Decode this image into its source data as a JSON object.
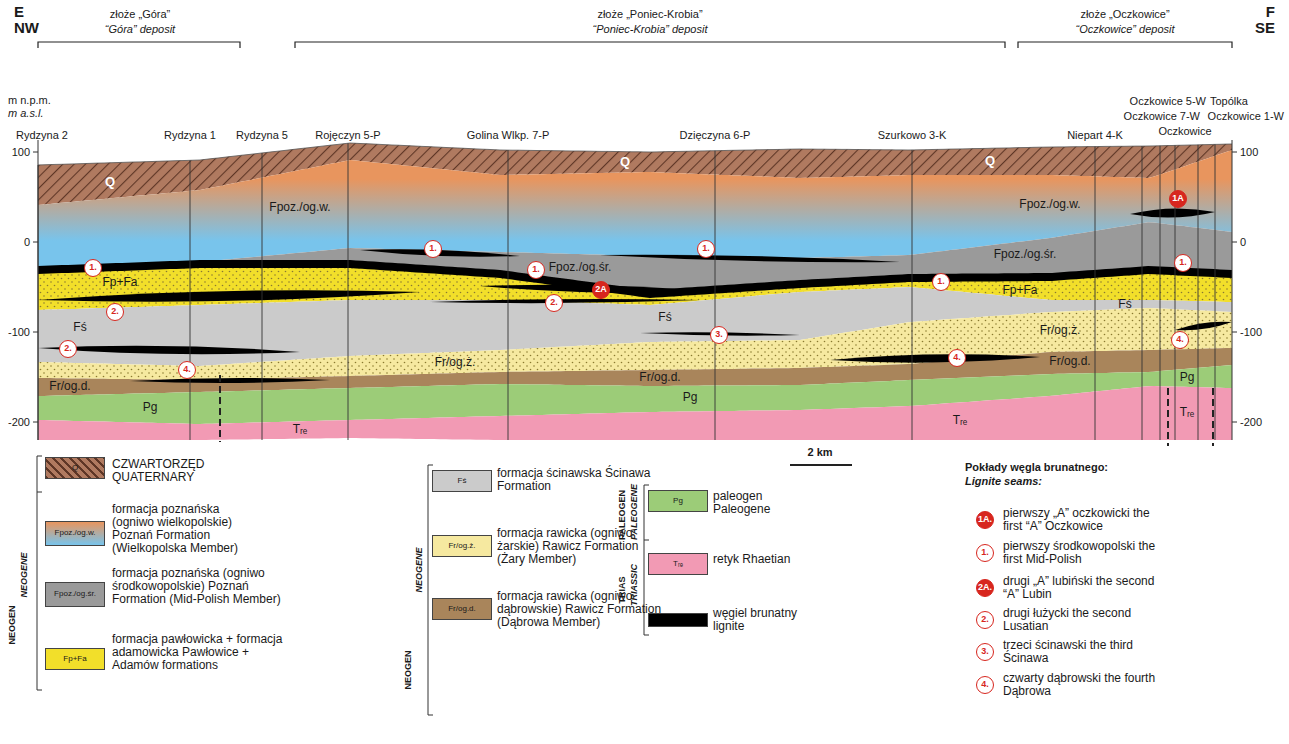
{
  "diagram": {
    "labels": [
      "E",
      "NW",
      "F",
      "SE",
      "złoże „Góra”",
      "“Góra” deposit",
      "złoże „Poniec-Krobia”",
      "“Poniec-Krobia” deposit",
      "złoże „Oczkowice”",
      "“Oczkowice” deposit",
      "m n.p.m.",
      "m a.s.l.",
      "100",
      "0",
      "-100",
      "-200",
      "100",
      "0",
      "-100",
      "-200",
      "Rydzyna 2",
      "Rydzyna 1",
      "Rydzyna 5",
      "Rojęczyn 5-P",
      "Golina Wlkp. 7-P",
      "Dzięczyna 6-P",
      "Szurkowo 3-K",
      "Niepart 4-K",
      "Oczkowice 7-W",
      "Oczkowice 5-W",
      "Topólka",
      "Oczkowice",
      "Oczkowice 1-W",
      "Q",
      "Fpoz./og.w.",
      "Q",
      "Q",
      "Fpoz./og.w.",
      "Fpoz./og.śr.",
      "Fpoz./og.śr.",
      "Fp+Fa",
      "Fp+Fa",
      "Fś",
      "Fś",
      "Fś",
      "Fr/og.ż.",
      "Fr/og.ż.",
      "Fr/og.d.",
      "Fr/og.d.",
      "Fr/og.d.",
      "Pg",
      "Pg",
      "Pg",
      "Tᵣₑ",
      "Tᵣₑ",
      "Tᵣₑ",
      "1.",
      "2.",
      "2.",
      "4.",
      "1.",
      "1.",
      "2.",
      "2A",
      "1.",
      "3.",
      "1.",
      "4.",
      "1.",
      "1A",
      "4.",
      "2 km",
      "NEOGEN",
      "NEOGENE",
      "NEOGEN",
      "NEOGENE",
      "TRIAS",
      "TRIASSIC",
      "PALEOGEN",
      "PALEOGENE",
      "Q",
      "Fpoz./og.w.",
      "Fpoz./og.śr.",
      "Fp+Fa",
      "Fś",
      "Fr/og.ż.",
      "Fr/og.d.",
      "Pg",
      "Tᵣₑ",
      "Pokłady węgla brunatnego:",
      "Lignite seams:",
      "1A.",
      "1.",
      "2A.",
      "2.",
      "3.",
      "4."
    ],
    "legend": [
      {
        "text": "CZWARTORZĘD QUATERNARY",
        "color": "#b07a60"
      },
      {
        "text": "formacja poznańska (ogniwo wielkopolskie) Poznań Formation (Wielkopolska Member)",
        "color": "#e8955e"
      },
      {
        "text": "formacja poznańska (ogniwo środkowopolskie) Poznań Formation (Mid-Polish Member)",
        "color": "#9a9a9a"
      },
      {
        "text": "formacja pawłowicka + formacja adamowicka Pawłowice + Adamów formations",
        "color": "#f2df2a"
      },
      {
        "text": "formacja ścinawska Ścinawa Formation",
        "color": "#cbcbcb"
      },
      {
        "text": "formacja rawicka (ogniwo żarskie) Rawicz Formation (Żary Member)",
        "color": "#f6e9a0"
      },
      {
        "text": "formacja rawicka (ogniwo dąbrowskie) Rawicz Formation (Dąbrowa Member)",
        "color": "#a9855b"
      },
      {
        "text": "paleogen Paleogene",
        "color": "#9ccc78"
      },
      {
        "text": "retyk Rhaetian",
        "color": "#f29ab4"
      },
      {
        "text": "węgiel brunatny lignite",
        "color": "#000000"
      },
      {
        "text": "pierwszy „A” oczkowicki the first “A” Oczkowice"
      },
      {
        "text": "pierwszy środkowopolski the first Mid-Polish"
      },
      {
        "text": "drugi „A” lubiński the second “A” Lubin"
      },
      {
        "text": "drugi łużycki the second Lusatian"
      },
      {
        "text": "trzeci ścinawski the third Ścinawa"
      },
      {
        "text": "czwarty dąbrowski the fourth Dąbrowa"
      }
    ]
  }
}
